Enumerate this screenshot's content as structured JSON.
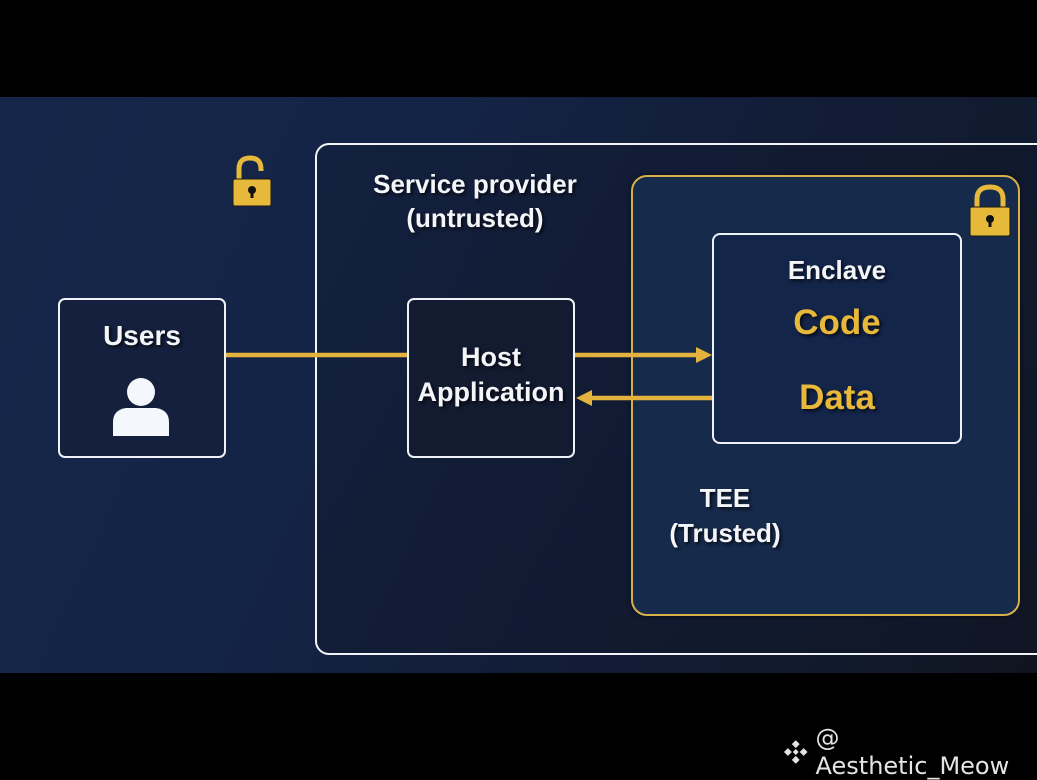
{
  "diagram": {
    "service_provider": {
      "title_line1": "Service provider",
      "title_line2": "(untrusted)"
    },
    "users": {
      "label": "Users",
      "icon": "user-icon"
    },
    "host": {
      "line1": "Host",
      "line2": "Application"
    },
    "tee": {
      "line1": "TEE",
      "line2": "(Trusted)"
    },
    "enclave": {
      "title": "Enclave",
      "items": [
        "Code",
        "Data"
      ]
    },
    "locks": {
      "outside": "unlocked-padlock-icon",
      "tee": "locked-padlock-icon"
    },
    "connections": [
      {
        "from": "Users",
        "to": "Host Application",
        "type": "line"
      },
      {
        "from": "Host Application",
        "to": "Enclave",
        "type": "arrow"
      },
      {
        "from": "Enclave",
        "to": "Host Application",
        "type": "arrow"
      }
    ],
    "colors": {
      "accent_gold": "#e8b83a",
      "tee_border": "#d7b04a",
      "box_border": "#eef1f6",
      "background": "#142446"
    }
  },
  "watermark": {
    "icon": "binance-logo-icon",
    "text": "@ Aesthetic_Meow"
  }
}
